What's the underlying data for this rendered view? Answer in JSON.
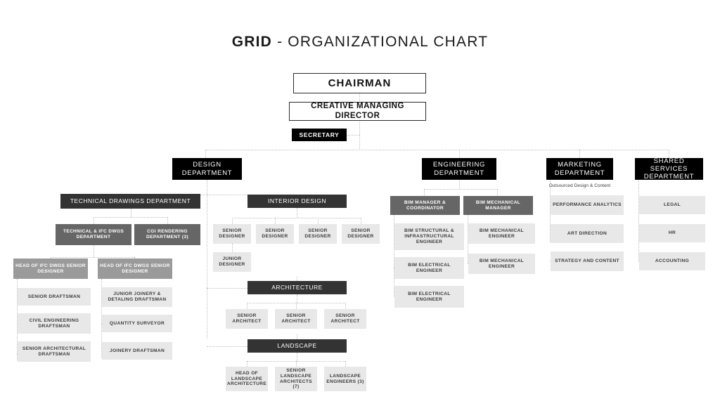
{
  "title": {
    "brand": "GRID",
    "rest": " - ORGANIZATIONAL CHART"
  },
  "colors": {
    "black": "#000000",
    "dark": "#333333",
    "mid": "#666666",
    "gray": "#9a9a9a",
    "light": "#e8e8e8",
    "white": "#ffffff",
    "connector": "#bfbfbf"
  },
  "executive": {
    "chairman": "CHAIRMAN",
    "creative_managing_director": "CREATIVE MANAGING DIRECTOR",
    "secretary": "SECRETARY"
  },
  "departments": {
    "design": "DESIGN\nDEPARTMENT",
    "design_line1": "DESIGN",
    "design_line2": "DEPARTMENT",
    "engineering_line1": "ENGINEERING",
    "engineering_line2": "DEPARTMENT",
    "marketing_line1": "MARKETING",
    "marketing_line2": "DEPARTMENT",
    "shared_line1": "SHARED SERVICES",
    "shared_line2": "DEPARTMENT"
  },
  "design": {
    "technical_drawings": "TECHNICAL DRAWINGS DEPARTMENT",
    "technical_ifc": "TECHNICAL & IFC DWGS DEPARTMENT",
    "cgi_rendering": "CGI RENDERING DEPARTMENT (3)",
    "head_ifc_a": "HEAD OF IFC DWGS SENIOR DESIGNER",
    "head_ifc_b": "HEAD OF IFC DWGS SENIOR DESIGNER",
    "left_leaves": [
      "SENIOR DRAFTSMAN",
      "CIVIL ENGINEERING DRAFTSMAN",
      "SENIOR ARCHITECTURAL DRAFTSMAN"
    ],
    "right_leaves": [
      "JUNIOR JOINERY & DETALING DRAFTSMAN",
      "QUANTITY SURVEYOR",
      "JOINERY DRAFTSMAN"
    ],
    "interior_design": "INTERIOR DESIGN",
    "interior_designers": [
      "SENIOR DESIGNER",
      "SENIOR DESIGNER",
      "SENIOR DESIGNER",
      "SENIOR DESIGNER"
    ],
    "junior_designer": "JUNIOR DESIGNER",
    "architecture": "ARCHITECTURE",
    "architects": [
      "SENIOR ARCHITECT",
      "SENIOR ARCHITECT",
      "SENIOR ARCHITECT"
    ],
    "landscape": "LANDSCAPE",
    "landscape_roles": [
      "HEAD OF LANDSCAPE ARCHITECTURE",
      "SENIOR LANDSCAPE ARCHITECTS (7)",
      "LANDSCAPE ENGINEERS (3)"
    ]
  },
  "engineering": {
    "bim_manager": "BIM MANAGER & COORDINATOR",
    "bim_mechanical_manager": "BIM MECHANICAL MANAGER",
    "left_leaves": [
      "BIM STRUCTURAL & INFRASTRUCTURAL ENGINEER",
      "BIM ELECTRICAL ENGINEER",
      "BIM ELECTRICAL ENGINEER"
    ],
    "right_leaves": [
      "BIM MECHANICAL ENGINEER",
      "BIM MECHANICAL ENGINEER"
    ]
  },
  "marketing": {
    "caption": "Outsourced Design & Content",
    "items": [
      "PERFORMANCE ANALYTICS",
      "ART DIRECTION",
      "STRATEGY AND CONTENT"
    ]
  },
  "shared_services": {
    "items": [
      "LEGAL",
      "HR",
      "ACCOUNTING"
    ]
  }
}
